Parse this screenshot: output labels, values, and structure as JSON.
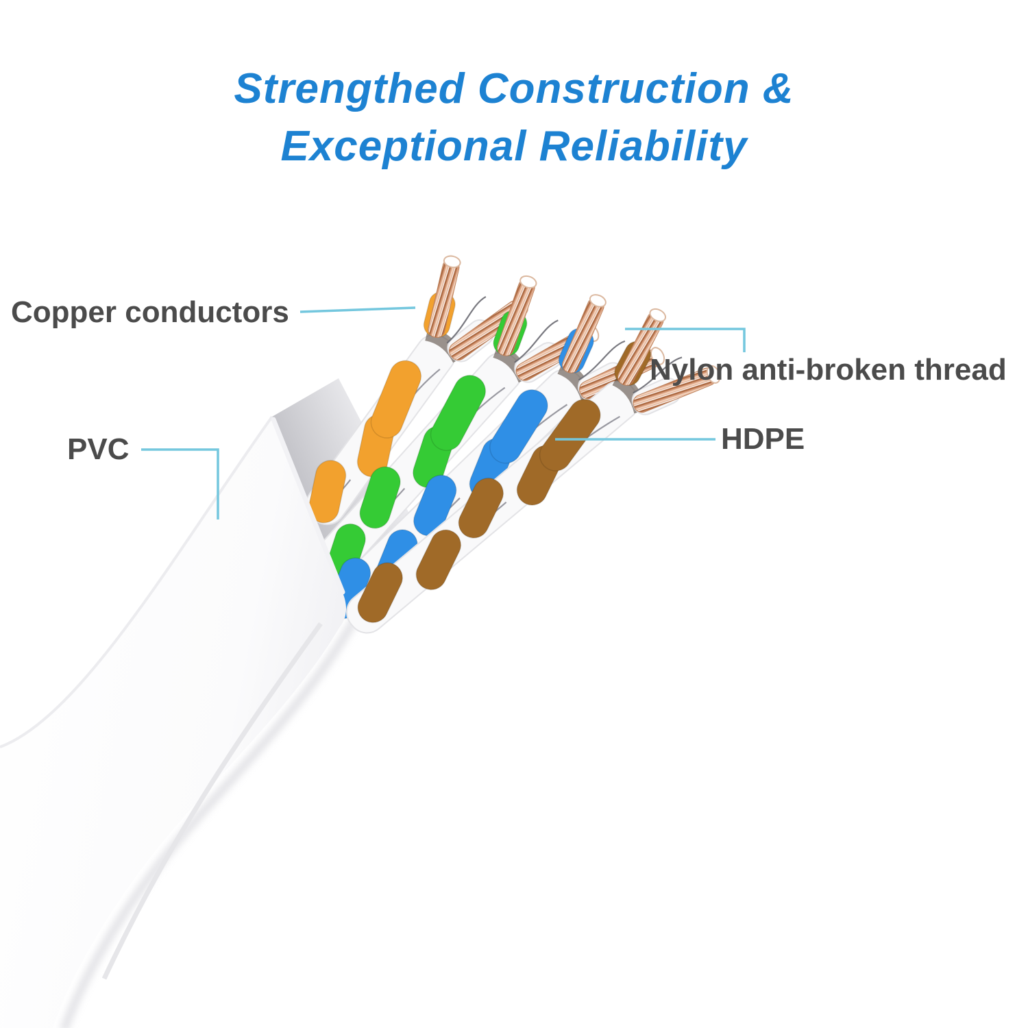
{
  "title": {
    "line1": "Strengthed Construction &",
    "line2": "Exceptional Reliability"
  },
  "callouts": {
    "copper": "Copper conductors",
    "nylon": "Nylon anti-broken thread",
    "hdpe": "HDPE",
    "pvc": "PVC"
  },
  "illustration": {
    "subject": "flat white ethernet cable cut open showing four twisted pairs with exposed copper strands",
    "pairs": [
      "orange",
      "green",
      "blue",
      "brown"
    ]
  },
  "colors": {
    "title": "#1d82d2",
    "label": "#4b4b4b",
    "callout_line": "#74c7de",
    "pair_orange": "#f2a12e",
    "pair_green": "#35cb35",
    "pair_blue": "#2f8fe6",
    "pair_brown": "#a06a28",
    "copper": "#d99e7d",
    "jacket": "#ffffff"
  }
}
